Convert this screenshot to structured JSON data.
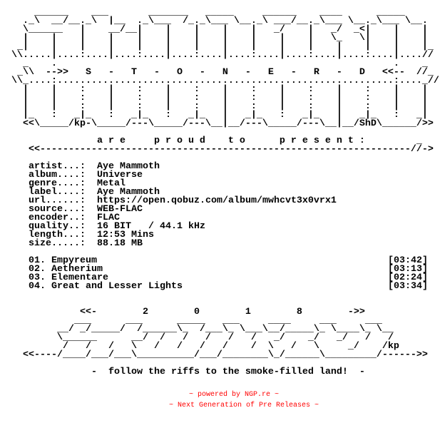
{
  "header_art": [
    "      ______    ___       _______   _____     ______    ____      _____",
    "    ._\\  __/__._\\  |__  ._\\___  /_._\\___ \\__._\\ ___/__._\\___ \\__._\\___ \\__.",
    "    \\______   |    __/__|    |    |    |    |   _/    |   _/  _<|    |    |",
    "    |    |    |    |    |    |    |    |    |    |    |   \\_   \\|    |    |",
    "   _|    |    |    |    |    |    |    |    |    |    |    |    |    |    |_",
    "  \\\\.....|....:....|....:....|....:....|....:....|....:....|....:....|....//",
    "    _    .                                                           .    _",
    "   _\\\\  -->>   S   -   T   -   O   -   N   -   E   -   R   -   D   <<--  //_",
    "  \\\\_....:...........................................................:...._//",
    "    |    |    :    |    :    |    :    |    :    |    :    |    :    |    |",
    "    |    |    :    |    :    |    :    |    :    |    :    |    :    |    |",
    "    |    |    :    |    :    |    :    |    :    |    :    |    :    |    |",
    "    |_   :   _|_   :   _|_   :   _|_   |   _|_   :   _|_   |   _|_   :   _|",
    "    <<\\_____/kp-\\_____/---\\_____/---\\__|__/---\\_____/---\\__|__/ShD\\______/>>"
  ],
  "presents_line": "                 a r e     p r o u d    t o      p r e s e n t :         _",
  "divider_line": "     <<-----------------------------------------------------------------//->",
  "info": [
    {
      "label": "artist...:",
      "value": "Aye Mammoth"
    },
    {
      "label": "album....:",
      "value": "Universe"
    },
    {
      "label": "genre....:",
      "value": "Metal"
    },
    {
      "label": "label....:",
      "value": "Aye Mammoth"
    },
    {
      "label": "url......:",
      "value": "https://open.qobuz.com/album/mwhcvt3x0vrx1"
    },
    {
      "label": "source...:",
      "value": "WEB-FLAC"
    },
    {
      "label": "encoder..:",
      "value": "FLAC"
    },
    {
      "label": "quality..:",
      "value": "16 BIT   / 44.1 kHz"
    },
    {
      "label": "length...:",
      "value": "12:53 Mins"
    },
    {
      "label": "size.....:",
      "value": "88.18 MB"
    }
  ],
  "tracks": [
    {
      "title": "01. Empyreum",
      "duration": "[03:42]"
    },
    {
      "title": "02. Aetherium",
      "duration": "[03:13]"
    },
    {
      "title": "03. Elementare",
      "duration": "[02:24]"
    },
    {
      "title": "04. Great and Lesser Lights",
      "duration": "[03:34]"
    }
  ],
  "footer_art": [
    "              <<-        2        0        1        8        ->>",
    "             ___      ___      _____   ___     ____     ___     ___",
    "          __/ _/_____/  /______\\_  /___\\_ \\___\\__/_____\\_ \\____\\_ \\__",
    "          \\______      __/  /   /   /   /   /   _/    _/   _/   /   /",
    "           /   /   /   \\   /   /   /   /    /  \\   /   \\     _/    /kp",
    "    <<----/____/___/___\\__________/___/________\\_/______\\_________/------>>"
  ],
  "tagline": "                -  follow the riffs to the smoke-filled land!  -",
  "footer": {
    "powered_by": "~ powered by NGP.re ~",
    "next_gen": "~ Next Generation of Pre Releases ~",
    "color": "#ff0000"
  }
}
